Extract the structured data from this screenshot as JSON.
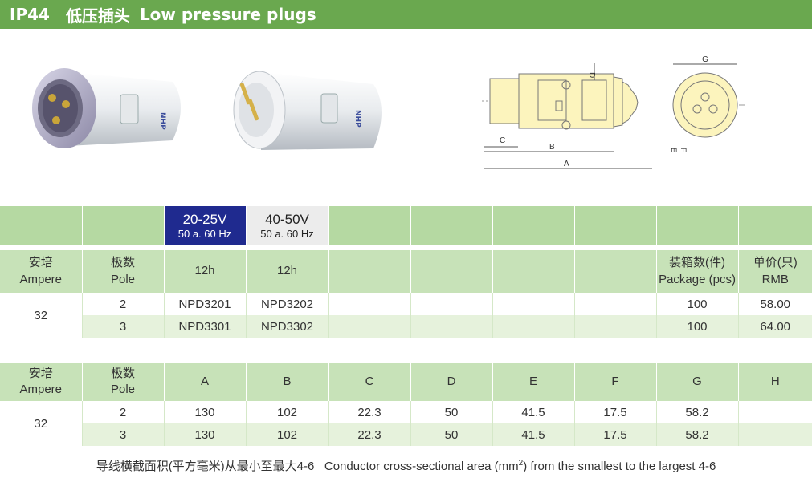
{
  "header": {
    "code": "IP44",
    "title_cn": "低压插头",
    "title_en": "Low pressure plugs"
  },
  "voltage": [
    {
      "range": "20-25V",
      "freq": "50 a. 60 Hz"
    },
    {
      "range": "40-50V",
      "freq": "50 a. 60 Hz"
    }
  ],
  "colors": {
    "header_green": "#6aa84f",
    "voltage_blue": "#1f2a8f",
    "row_light": "#e6f2dc"
  },
  "table1": {
    "headers": {
      "ampere_cn": "安培",
      "ampere_en": "Ampere",
      "pole_cn": "极数",
      "pole_en": "Pole",
      "h1": "12h",
      "h2": "12h",
      "pkg_cn": "装箱数(件)",
      "pkg_en": "Package (pcs)",
      "price_cn": "单价(只)",
      "price_en": "RMB"
    },
    "ampere": "32",
    "rows": [
      {
        "pole": "2",
        "c1": "NPD3201",
        "c2": "NPD3202",
        "pkg": "100",
        "price": "58.00"
      },
      {
        "pole": "3",
        "c1": "NPD3301",
        "c2": "NPD3302",
        "pkg": "100",
        "price": "64.00"
      }
    ]
  },
  "table2": {
    "headers": {
      "ampere_cn": "安培",
      "ampere_en": "Ampere",
      "pole_cn": "极数",
      "pole_en": "Pole",
      "dims": [
        "A",
        "B",
        "C",
        "D",
        "E",
        "F",
        "G",
        "H"
      ]
    },
    "ampere": "32",
    "rows": [
      {
        "pole": "2",
        "vals": [
          "130",
          "102",
          "22.3",
          "50",
          "41.5",
          "17.5",
          "58.2",
          ""
        ]
      },
      {
        "pole": "3",
        "vals": [
          "130",
          "102",
          "22.3",
          "50",
          "41.5",
          "17.5",
          "58.2",
          ""
        ]
      }
    ]
  },
  "drawing_labels": {
    "A": "A",
    "B": "B",
    "C": "C",
    "D": "D",
    "E": "E",
    "F": "F",
    "G": "G"
  },
  "footnote": {
    "cn": "导线横截面积(平方毫米)从最小至最大4-6",
    "en_before": "Conductor cross-sectional area (mm",
    "sup": "2",
    "en_after": ") from the smallest to the largest 4-6"
  }
}
